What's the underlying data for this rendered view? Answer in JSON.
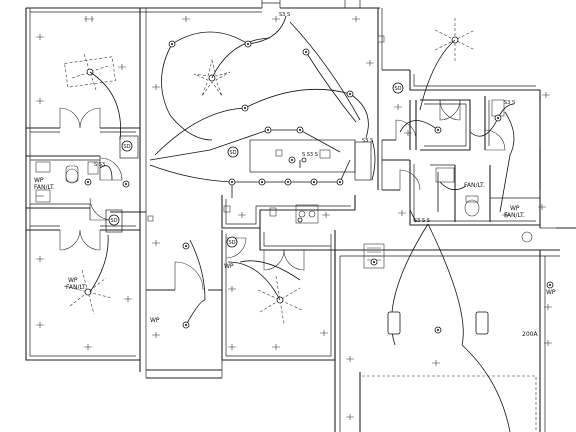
{
  "labels": {
    "wp_fan_left": [
      "WP",
      "FAN/LT."
    ],
    "wp_fan_left_lower": [
      "WP",
      "FAN/LT."
    ],
    "wp_fan_right": [
      "WP",
      "FAN/LT."
    ],
    "fan_lt_mid": "FAN/LT.",
    "wp_1": "WP",
    "wp_2": "WP",
    "wp_3": "WP",
    "sd_1": "SD",
    "sd_2": "SD",
    "sd_3": "SD",
    "sd_4": "SD",
    "sd_5": "SD",
    "switch_s3s": "S S3 S",
    "switch_top": "S3 S",
    "switch_right": "S3 S",
    "switch_mid": "S3 S",
    "switch_s3_lower": "S S3",
    "switch_bottom": "S3 S S",
    "panel": "200A"
  }
}
